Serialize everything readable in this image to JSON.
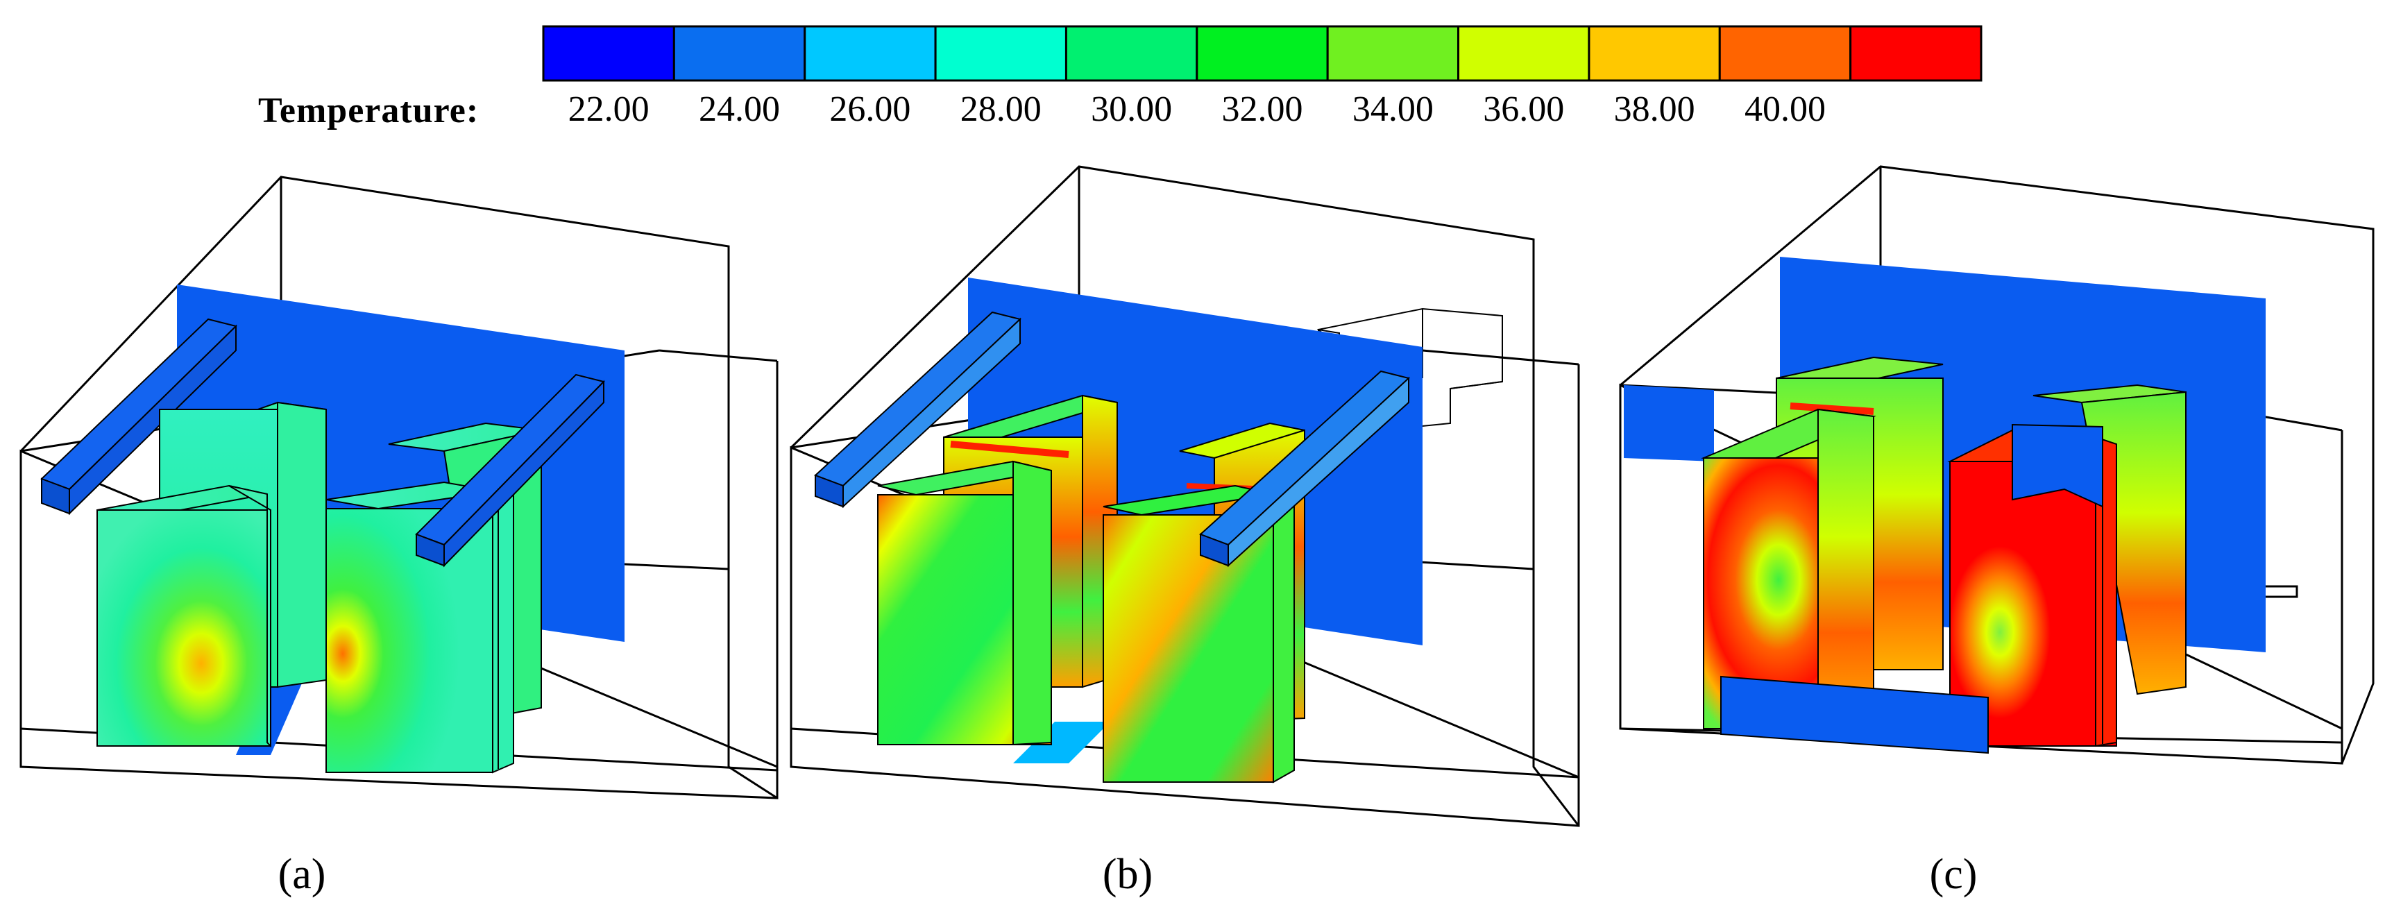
{
  "legend": {
    "title": "Temperature:",
    "ticks": [
      "22.00",
      "24.00",
      "26.00",
      "28.00",
      "30.00",
      "32.00",
      "34.00",
      "36.00",
      "38.00",
      "40.00"
    ],
    "colors": [
      "#0000ff",
      "#0a6ef0",
      "#00c8ff",
      "#00ffd0",
      "#00f070",
      "#00f020",
      "#70f020",
      "#d0ff00",
      "#ffc800",
      "#ff6400",
      "#ff0000"
    ]
  },
  "panels": [
    {
      "label": "(a)"
    },
    {
      "label": "(b)"
    },
    {
      "label": "(c)"
    }
  ],
  "colors": {
    "wall": "#0a5cf0",
    "duct": "#1464f0",
    "frame": "#000000"
  }
}
